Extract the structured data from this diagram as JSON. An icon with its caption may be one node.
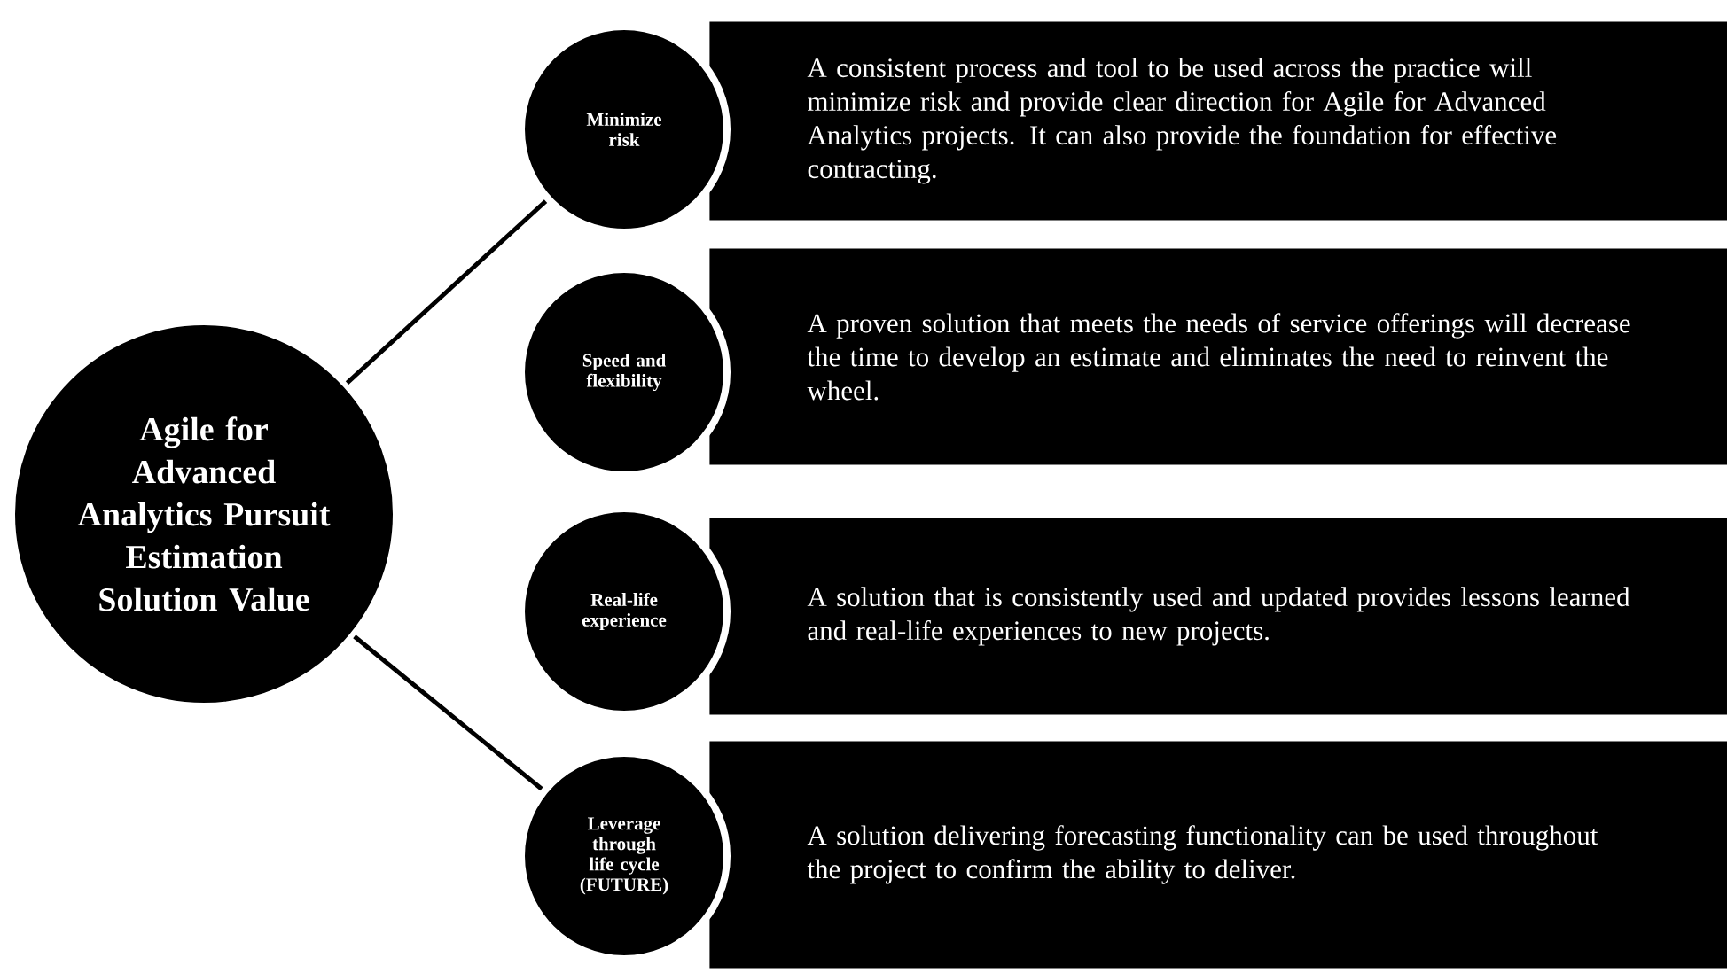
{
  "diagram": {
    "nodes": [
      {
        "text": [
          "Agile for Advanced Analytics Pursuit Estimation Solution Value"
        ]
      },
      {
        "text": [
          "Minimize risk"
        ]
      },
      {
        "text": [
          "A consistent process and tool to be used across the practice will minimize risk and provide clear direction for Agile for Advanced Analytics projects. It can also provide the foundation for effective contracting."
        ]
      },
      {
        "text": [
          "Speed and flexibility"
        ]
      },
      {
        "text": [
          "A proven solution that meets the needs of service offerings will decrease the time to develop an estimate and eliminates the need to reinvent the wheel."
        ]
      },
      {
        "text": [
          "Real-life experience"
        ]
      },
      {
        "text": [
          "A solution that is consistently used and updated provides lessons learned and real-life experiences to new projects."
        ]
      },
      {
        "text": [
          "Leverage through life cycle (FUTURE)"
        ]
      },
      {
        "text": [
          "A solution delivering forecasting functionality can be used throughout the project to confirm the ability to deliver."
        ]
      }
    ],
    "edges": [
      {
        "from": 0,
        "to": 1,
        "arrow": "none"
      },
      {
        "from": 0,
        "to": 7,
        "arrow": "none"
      }
    ]
  }
}
